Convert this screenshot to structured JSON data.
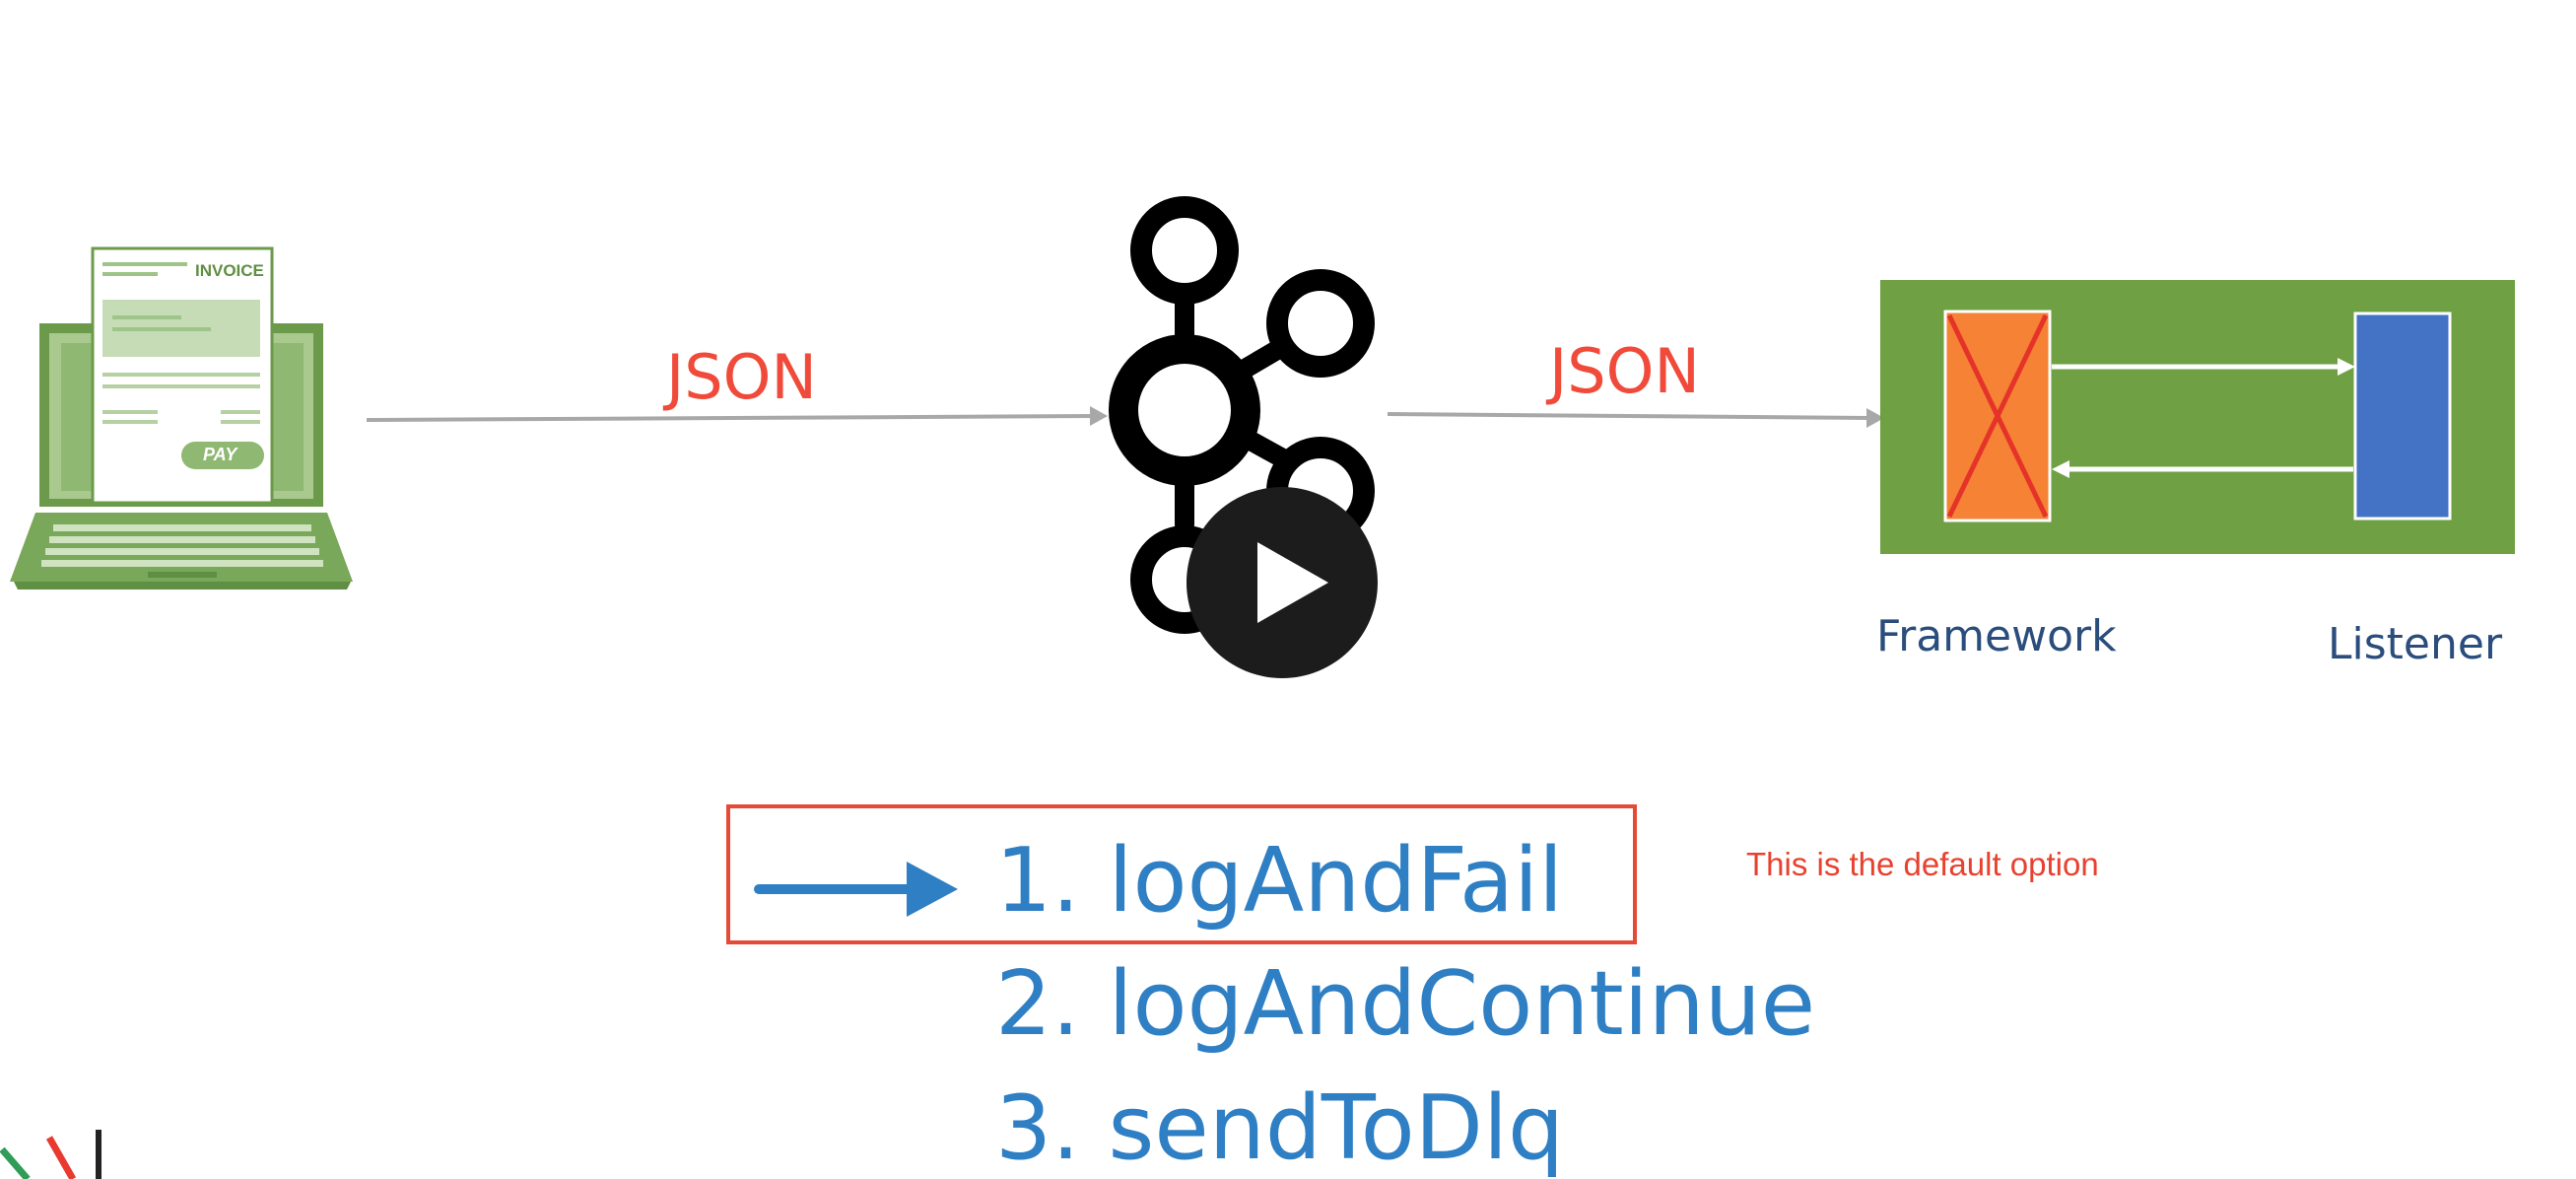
{
  "producer": {
    "invoice_title": "INVOICE",
    "pay_button": "PAY",
    "icon": "laptop-invoice-icon"
  },
  "flow": {
    "left_message": "JSON",
    "right_message": "JSON",
    "broker_icon": "kafka-logo-icon"
  },
  "consumer": {
    "framework_label": "Framework",
    "listener_label": "Listener"
  },
  "video": {
    "play_icon": "play-icon"
  },
  "options": {
    "items": [
      "1. logAndFail",
      "2. logAndContinue",
      "3. sendToDlq"
    ],
    "default_note": "This is the default option"
  },
  "colors": {
    "json_label": "#f04a3a",
    "consumer_bg": "#6fa043",
    "framework_box": "#f58235",
    "listener_box": "#4472c4",
    "options_text": "#2f7fc4",
    "highlight_border": "#e44a36",
    "note_text": "#e8412f",
    "producer_green": "#5e8f42",
    "flow_arrow": "#a8a8a8"
  }
}
